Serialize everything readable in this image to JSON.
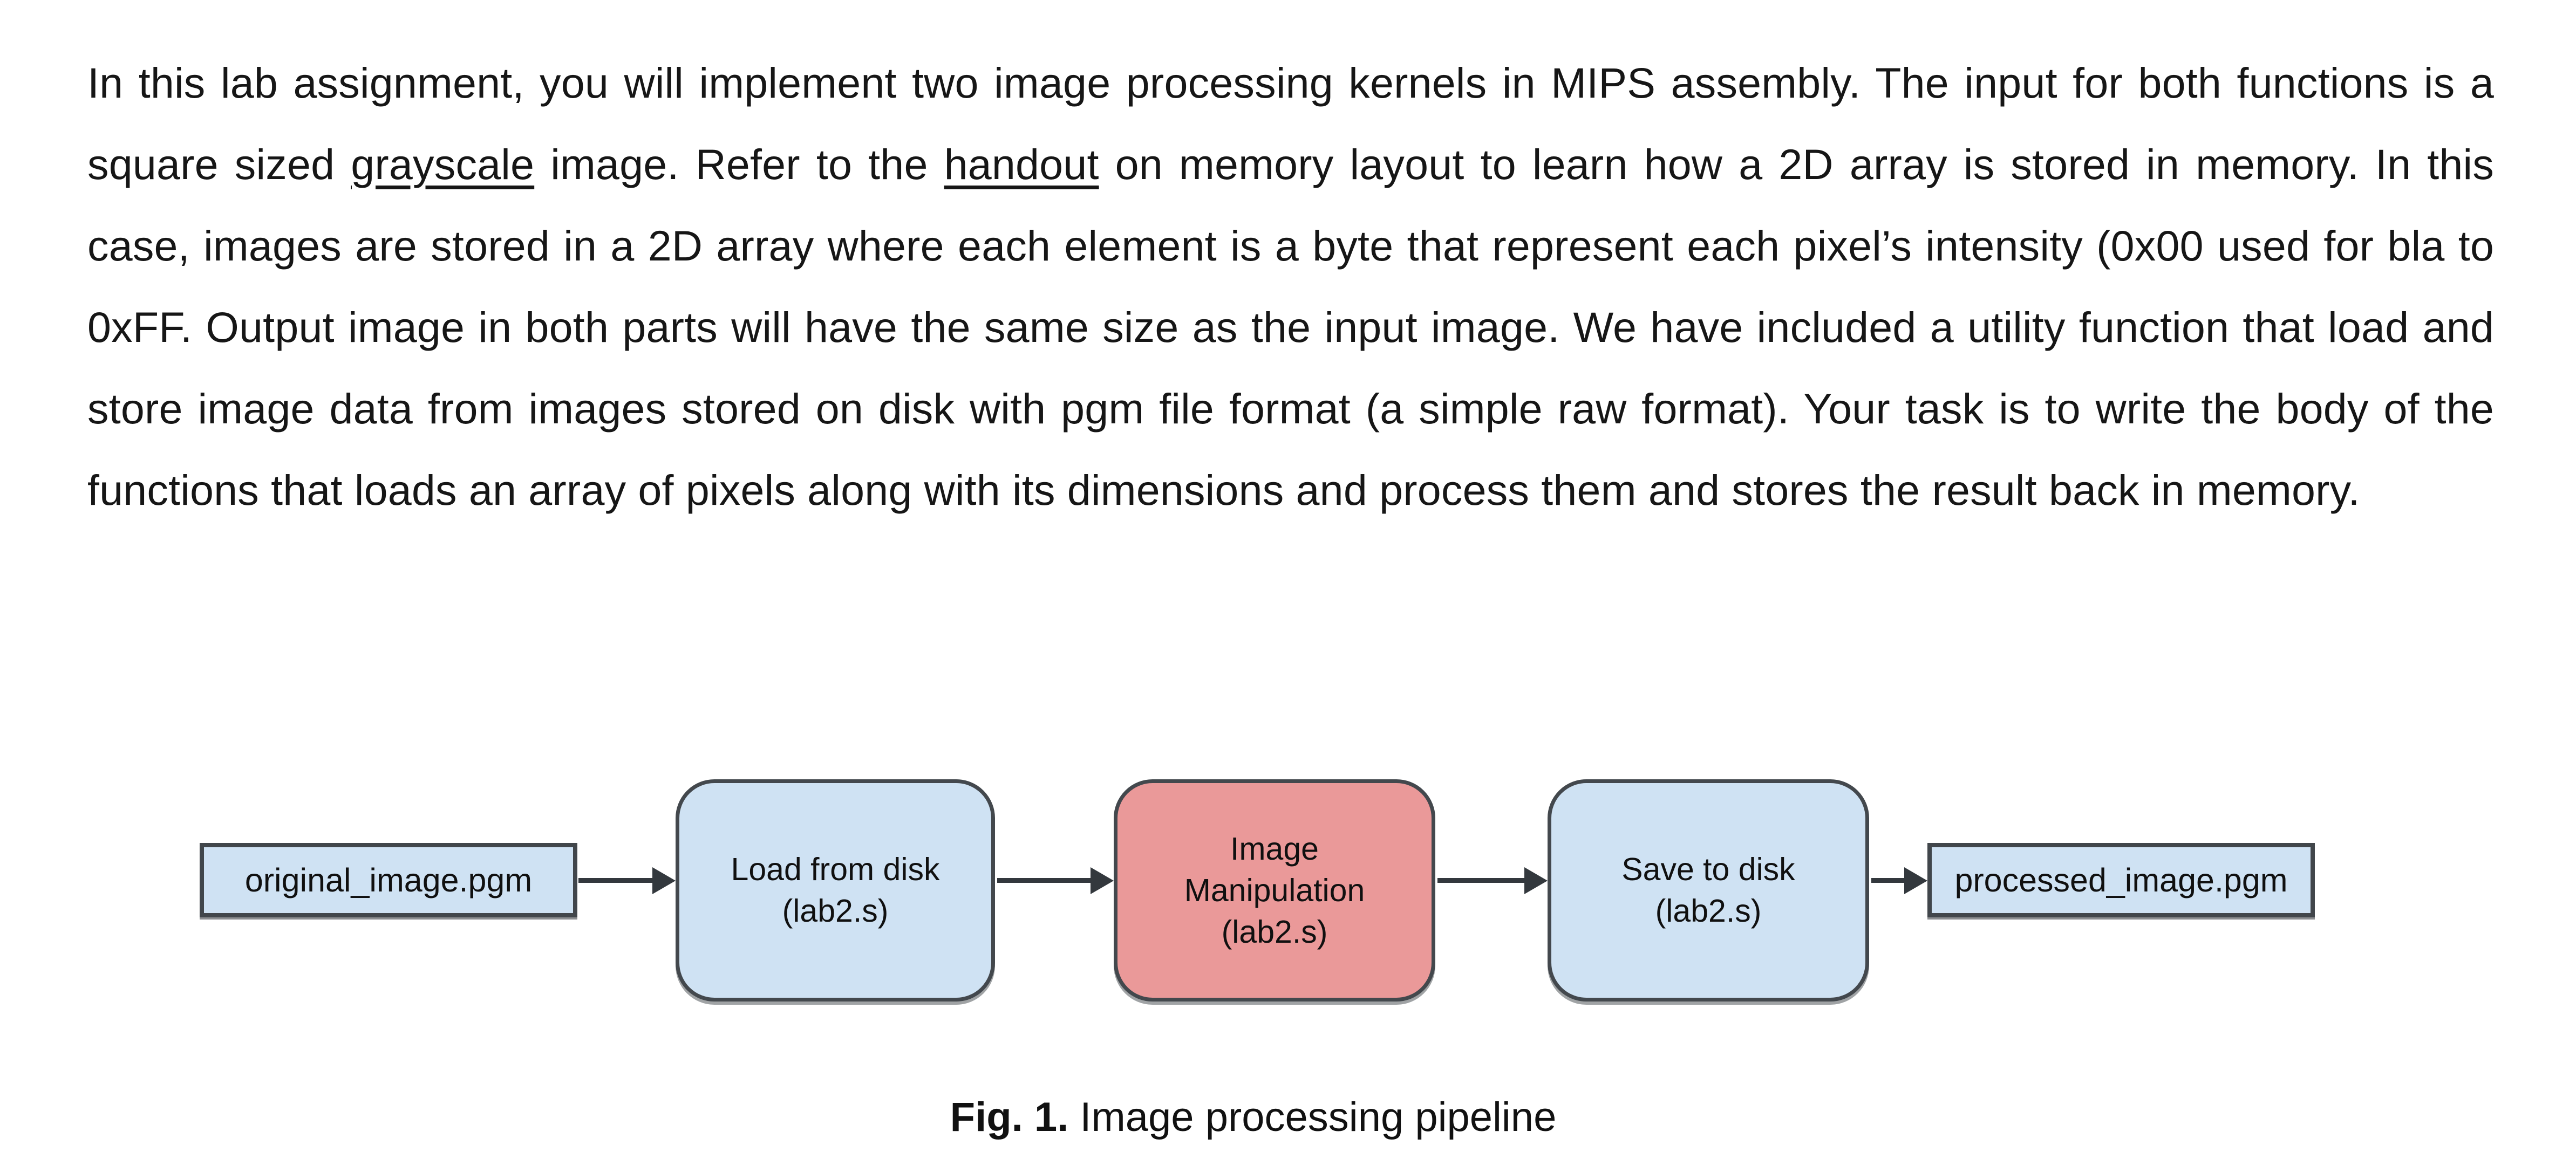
{
  "paragraph": {
    "part1": "In this lab assignment, you will implement two image processing kernels in MIPS assembly. The input for both functions is a square sized ",
    "underline1": "grayscale",
    "part2": " image. Refer to the ",
    "underline2": "handout",
    "part3": " on memory layout to learn how a 2D array is stored in memory. In this case, images are stored in a 2D array where each element is a byte that represent each pixel’s intensity (0x00 used for bla to 0xFF. Output image in both parts will have the same size as the input image. We have included a utility function that load and store image data from images stored on disk with pgm file format (a simple raw format). Your task is to write the body of the functions that loads an array of pixels along with its dimensions and process them and stores the result back in memory."
  },
  "diagram": {
    "nodes": [
      {
        "label": "original_image.pgm",
        "type": "file"
      },
      {
        "label": "Load from disk\n(lab2.s)",
        "type": "process"
      },
      {
        "label": "Image\nManipulation\n(lab2.s)",
        "type": "process-highlight"
      },
      {
        "label": "Save to disk\n(lab2.s)",
        "type": "process"
      },
      {
        "label": "processed_image.pgm",
        "type": "file"
      }
    ],
    "colors": {
      "file_fill": "#cfe2f3",
      "process_fill": "#cfe2f3",
      "highlight_fill": "#ea9999",
      "border": "#41464b",
      "arrow": "#33383d"
    }
  },
  "figure": {
    "caption_label": "Fig. 1.",
    "caption_text": " Image processing pipeline"
  }
}
